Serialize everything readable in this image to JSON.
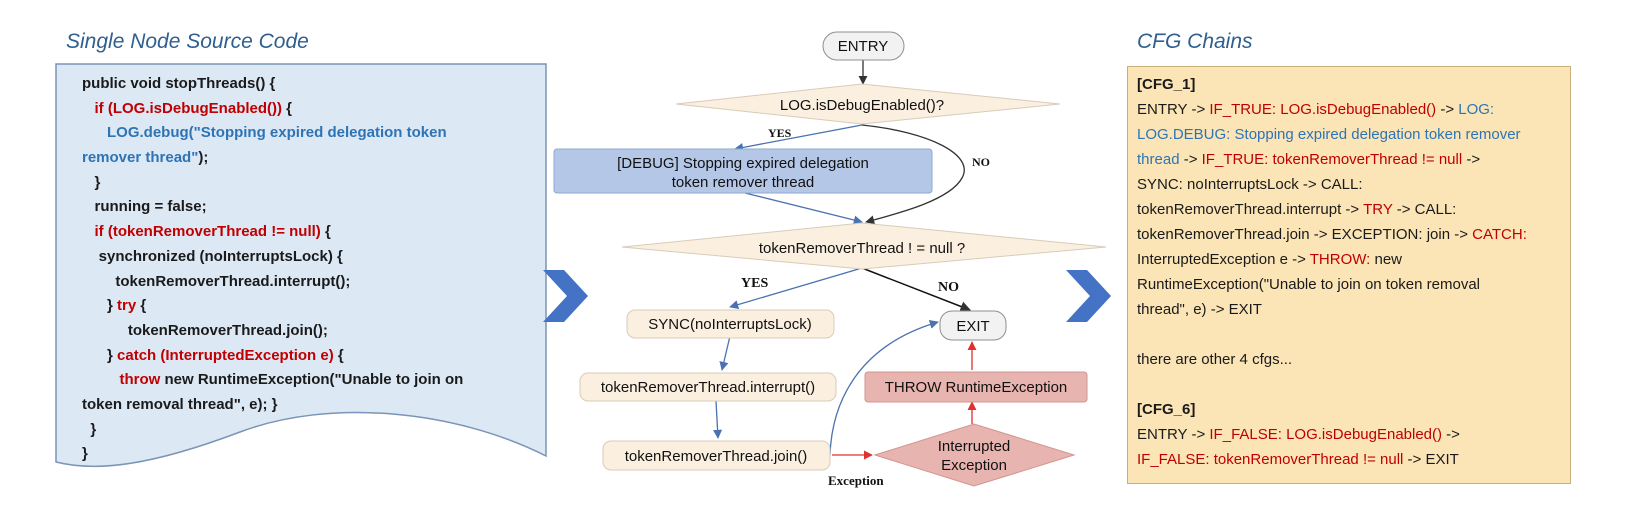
{
  "left_panel": {
    "title": "Single Node Source Code",
    "code_lines": [
      [
        {
          "t": "public void stopThreads() {",
          "c": ""
        }
      ],
      [
        {
          "t": "   ",
          "c": ""
        },
        {
          "t": "if (LOG.isDebugEnabled())",
          "c": "red"
        },
        {
          "t": " {",
          "c": ""
        }
      ],
      [
        {
          "t": "      ",
          "c": ""
        },
        {
          "t": "LOG.debug(\"Stopping expired delegation token",
          "c": "blue"
        }
      ],
      [
        {
          "t": "remover thread\"",
          "c": "blue"
        },
        {
          "t": ");",
          "c": ""
        }
      ],
      [
        {
          "t": "   }",
          "c": ""
        }
      ],
      [
        {
          "t": "   running = false;",
          "c": ""
        }
      ],
      [
        {
          "t": "   ",
          "c": ""
        },
        {
          "t": "if (tokenRemoverThread != null)",
          "c": "red"
        },
        {
          "t": " {",
          "c": ""
        }
      ],
      [
        {
          "t": "    synchronized (noInterruptsLock) {",
          "c": ""
        }
      ],
      [
        {
          "t": "        tokenRemoverThread.interrupt();",
          "c": ""
        }
      ],
      [
        {
          "t": "      } ",
          "c": ""
        },
        {
          "t": "try",
          "c": "red"
        },
        {
          "t": " {",
          "c": ""
        }
      ],
      [
        {
          "t": "           tokenRemoverThread.join();",
          "c": ""
        }
      ],
      [
        {
          "t": "      } ",
          "c": ""
        },
        {
          "t": "catch (InterruptedException e)",
          "c": "red"
        },
        {
          "t": " {",
          "c": ""
        }
      ],
      [
        {
          "t": "         ",
          "c": ""
        },
        {
          "t": "throw",
          "c": "red"
        },
        {
          "t": " new RuntimeException(\"Unable to join on",
          "c": ""
        }
      ],
      [
        {
          "t": "token removal thread\", e); }",
          "c": ""
        }
      ],
      [
        {
          "t": "  }",
          "c": ""
        }
      ],
      [
        {
          "t": "}",
          "c": ""
        }
      ]
    ]
  },
  "flow": {
    "entry": "ENTRY",
    "cond1": "LOG.isDebugEnabled()?",
    "yes1": "YES",
    "no1": "NO",
    "debug_line1": "[DEBUG] Stopping expired delegation",
    "debug_line2": "token remover thread",
    "cond2": "tokenRemoverThread ! = null ?",
    "yes2": "YES",
    "no2": "NO",
    "sync": "SYNC(noInterruptsLock)",
    "exit": "EXIT",
    "interrupt": "tokenRemoverThread.interrupt()",
    "throw": "THROW RuntimeException",
    "join": "tokenRemoverThread.join()",
    "exc_line1": "Interrupted",
    "exc_line2": "Exception",
    "exception_label": "Exception"
  },
  "right_panel": {
    "title": "CFG Chains",
    "lines": [
      [
        {
          "t": "[CFG_1]",
          "c": "hdr"
        }
      ],
      [
        {
          "t": "ENTRY -> ",
          "c": ""
        },
        {
          "t": "IF_TRUE: LOG.isDebugEnabled()",
          "c": "r"
        },
        {
          "t": " -> ",
          "c": ""
        },
        {
          "t": "LOG:",
          "c": "b"
        }
      ],
      [
        {
          "t": "LOG.DEBUG: Stopping expired delegation token remover",
          "c": "b"
        }
      ],
      [
        {
          "t": "thread",
          "c": "b"
        },
        {
          "t": " -> ",
          "c": ""
        },
        {
          "t": "IF_TRUE: tokenRemoverThread != null",
          "c": "r"
        },
        {
          "t": " ->",
          "c": ""
        }
      ],
      [
        {
          "t": "SYNC: noInterruptsLock -> CALL:",
          "c": ""
        }
      ],
      [
        {
          "t": "tokenRemoverThread.interrupt -> ",
          "c": ""
        },
        {
          "t": "TRY",
          "c": "r"
        },
        {
          "t": " -> CALL:",
          "c": ""
        }
      ],
      [
        {
          "t": "tokenRemoverThread.join -> EXCEPTION: join -> ",
          "c": ""
        },
        {
          "t": "CATCH:",
          "c": "r"
        }
      ],
      [
        {
          "t": "InterruptedException e -> ",
          "c": ""
        },
        {
          "t": "THROW:",
          "c": "r"
        },
        {
          "t": " new",
          "c": ""
        }
      ],
      [
        {
          "t": "RuntimeException(\"Unable to join on token removal",
          "c": ""
        }
      ],
      [
        {
          "t": "thread\", e) -> EXIT",
          "c": ""
        }
      ],
      [
        {
          "t": " ",
          "c": ""
        }
      ],
      [
        {
          "t": "there are other 4 cfgs...",
          "c": ""
        }
      ],
      [
        {
          "t": " ",
          "c": ""
        }
      ],
      [
        {
          "t": "[CFG_6]",
          "c": "hdr"
        }
      ],
      [
        {
          "t": "ENTRY -> ",
          "c": ""
        },
        {
          "t": "IF_FALSE: LOG.isDebugEnabled()",
          "c": "r"
        },
        {
          "t": " ->",
          "c": ""
        }
      ],
      [
        {
          "t": "IF_FALSE: tokenRemoverThread != null",
          "c": "r"
        },
        {
          "t": " -> EXIT",
          "c": ""
        }
      ]
    ]
  },
  "colors": {
    "title": "#2e5f8f",
    "code_panel_fill": "#dde8f5",
    "code_panel_stroke": "#7a95b5",
    "cfg_fill": "#fbe5b6",
    "node_fill": "#fbefe0",
    "debug_fill": "#b4c7e7",
    "throw_fill": "#e8b4b0",
    "chevron": "#4472c4",
    "arrow_blue": "#4a72b0",
    "arrow_red": "#e03030",
    "red_text": "#c00000",
    "blue_text": "#2e74b5"
  }
}
